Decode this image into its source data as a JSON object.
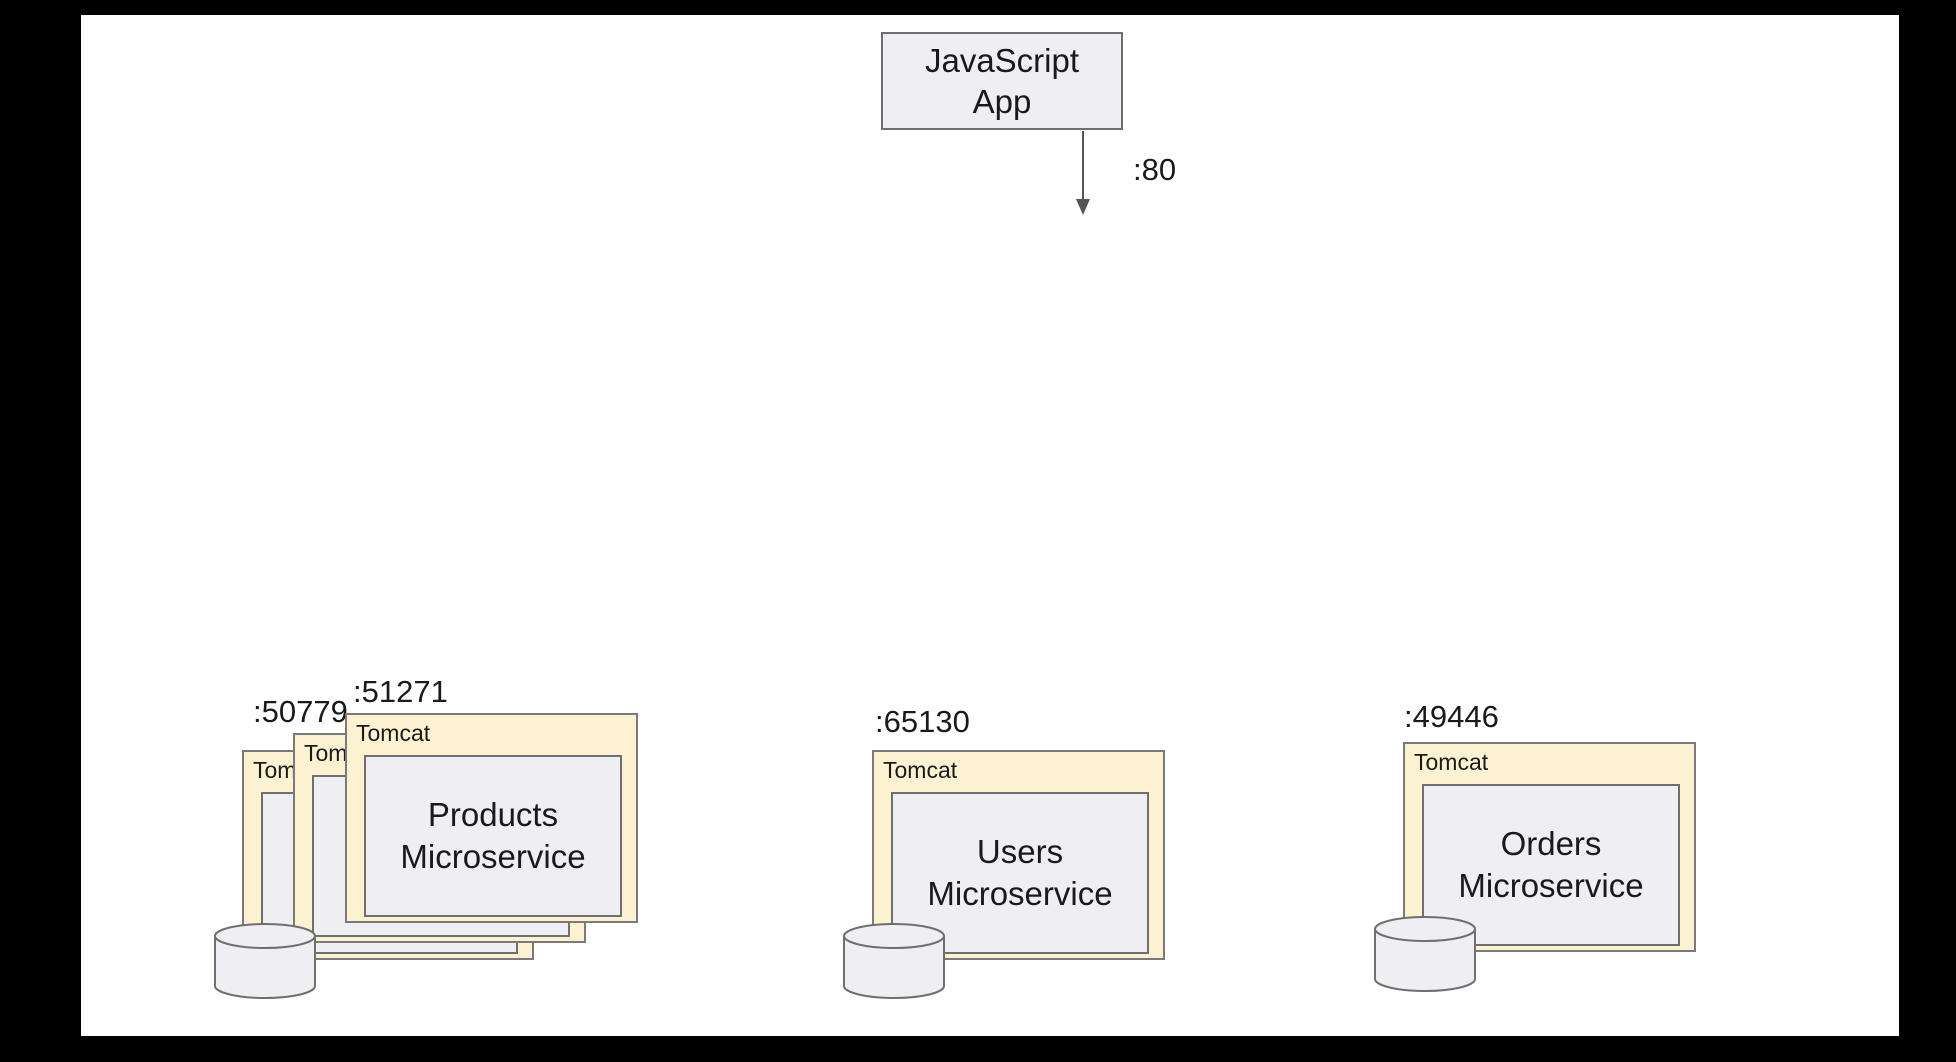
{
  "app": {
    "line1": "JavaScript",
    "line2": "App",
    "port": ":80"
  },
  "tomcat_label": "Tomcat",
  "services": {
    "products": {
      "line1": "Products",
      "line2": "Microservice",
      "port_back": ":50779",
      "port_front": ":51271"
    },
    "users": {
      "line1": "Users",
      "line2": "Microservice",
      "port": ":65130"
    },
    "orders": {
      "line1": "Orders",
      "line2": "Microservice",
      "port": ":49446"
    }
  },
  "colors": {
    "background": "#ffffff",
    "tomcat_fill": "#fcf2d2",
    "service_fill": "#efeef2",
    "stroke": "#6f6f6f"
  }
}
